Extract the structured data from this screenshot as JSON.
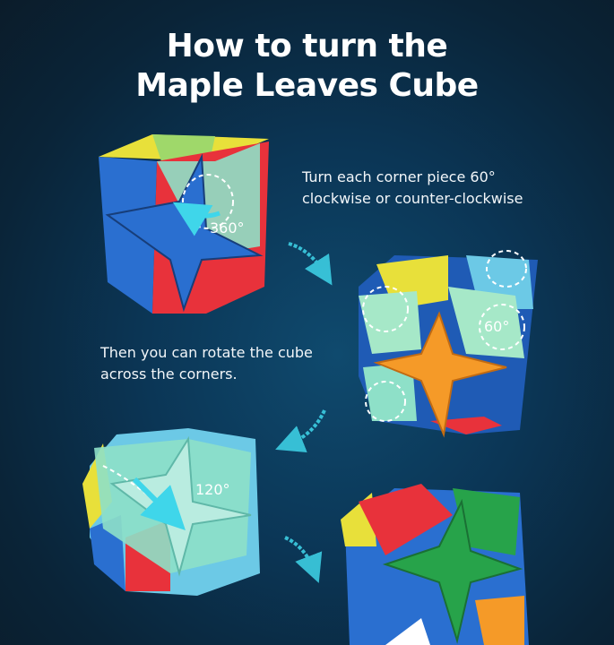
{
  "title": {
    "line1": "How to turn the",
    "line2": "Maple Leaves Cube"
  },
  "step1": {
    "caption_line1": "Turn each corner piece 60°",
    "caption_line2": "clockwise or counter-clockwise",
    "angle": "360°"
  },
  "step2": {
    "angle": "60°"
  },
  "step3": {
    "caption_line1": "Then you can rotate the cube",
    "caption_line2": "across the corners.",
    "angle": "120°"
  },
  "colors": {
    "accent": "#3fd6ea",
    "blue": "#2a6fd0",
    "red": "#e8323b",
    "yellow": "#e8e03a",
    "green": "#27a34a",
    "orange": "#f59a28",
    "teal": "#8ee0c8"
  }
}
